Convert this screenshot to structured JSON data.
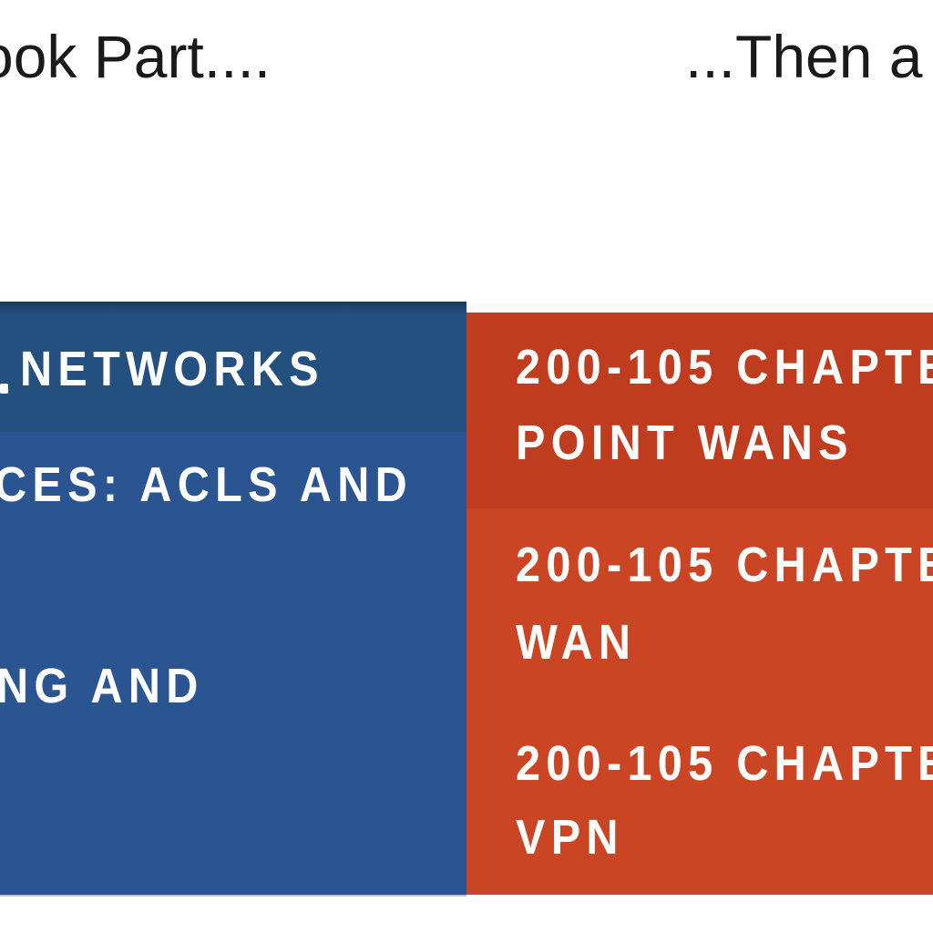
{
  "slide": {
    "heading_left_fragment": "ook Part....",
    "heading_right_fragment": "...Then a C",
    "heading_color": "#1a1a1a",
    "background": "#ffffff",
    "label_text_color": "#ffffff"
  },
  "left_column": {
    "role": "book-part list (cropped at left edge)",
    "colors": {
      "top_edge": "#1a3c5f",
      "row_first": "#24507f",
      "row_rest": "#2a5591",
      "bottom_edge": "#b7c3d4"
    },
    "items": [
      {
        "text": "NETWORKS",
        "leading_partial_glyph": "."
      },
      {
        "text": "CES: ACLS AND"
      },
      {
        "text": "NG AND"
      }
    ]
  },
  "right_column": {
    "role": "chapter list (cropped at right edge)",
    "colors": {
      "top_strip": "#fafafb",
      "box_first": "#c03c1e",
      "box_rest": "#ca4523"
    },
    "items": [
      {
        "line1": "200-105 CHAPTE",
        "line2": "POINT WANS"
      },
      {
        "line1": "200-105 CHAPTE",
        "line2": "WAN"
      },
      {
        "line1": "200-105 CHAPTE",
        "line2": "VPN"
      }
    ]
  }
}
